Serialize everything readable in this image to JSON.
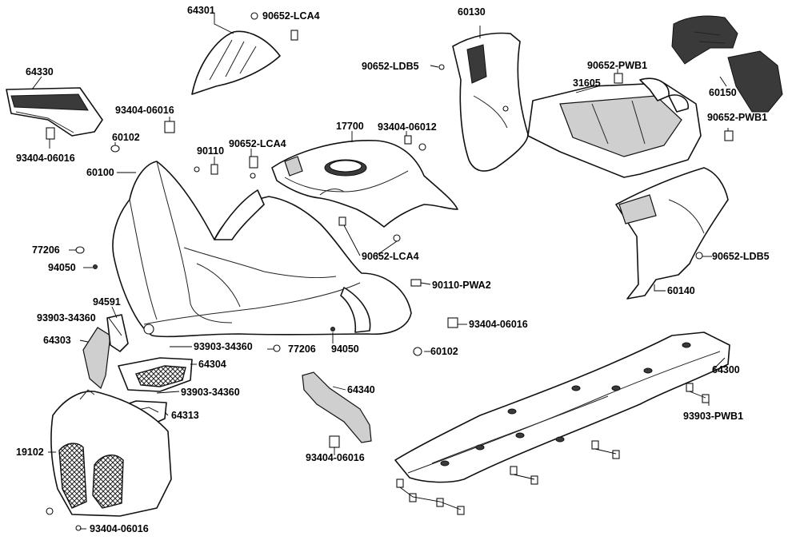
{
  "labels": {
    "p64301": "64301",
    "p90652_lca4_top": "90652-LCA4",
    "p60130": "60130",
    "p90652_ldb5_top": "90652-LDB5",
    "p90652_pwb1_top": "90652-PWB1",
    "p31605": "31605",
    "p60150": "60150",
    "p90652_pwb1_right": "90652-PWB1",
    "p64330": "64330",
    "p93404_06016_a": "93404-06016",
    "p93404_06016_b": "93404-06016",
    "p60102_top": "60102",
    "p60100": "60100",
    "p90110": "90110",
    "p90652_lca4_mid": "90652-LCA4",
    "p17700": "17700",
    "p93404_06012": "93404-06012",
    "p77206_left": "77206",
    "p94050_left": "94050",
    "p90652_lca4_low": "90652-LCA4",
    "p90652_ldb5_right": "90652-LDB5",
    "p90110_pwa2": "90110-PWA2",
    "p60140": "60140",
    "p94591": "94591",
    "p93903_34360_a": "93903-34360",
    "p93404_06016_c": "93404-06016",
    "p64303": "64303",
    "p93903_34360_b": "93903-34360",
    "p77206_mid": "77206",
    "p94050_mid": "94050",
    "p60102_mid": "60102",
    "p64304": "64304",
    "p64300": "64300",
    "p93903_34360_c": "93903-34360",
    "p64340": "64340",
    "p93903_pwb1": "93903-PWB1",
    "p64313": "64313",
    "p19102": "19102",
    "p93404_06016_d": "93404-06016",
    "p93404_06016_e": "93404-06016"
  }
}
